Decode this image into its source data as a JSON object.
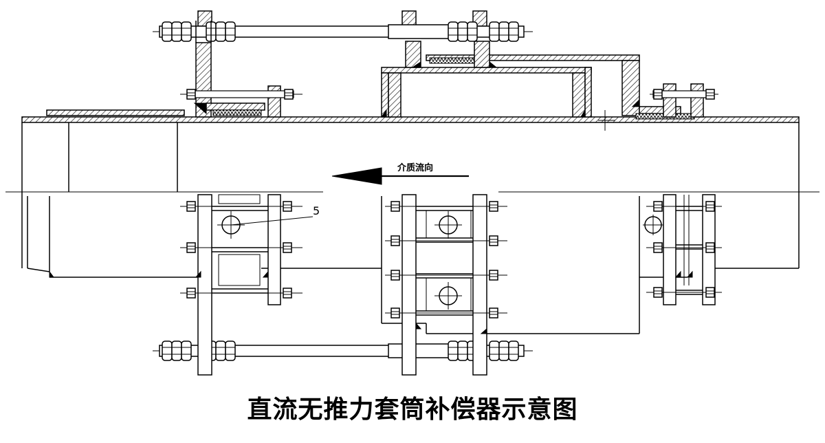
{
  "title": "直流无推力套筒补偿器示意图",
  "flow_label": "介质流向",
  "part_callouts": [
    {
      "number": "5"
    }
  ],
  "colors": {
    "line": "#000000",
    "background": "#ffffff"
  }
}
